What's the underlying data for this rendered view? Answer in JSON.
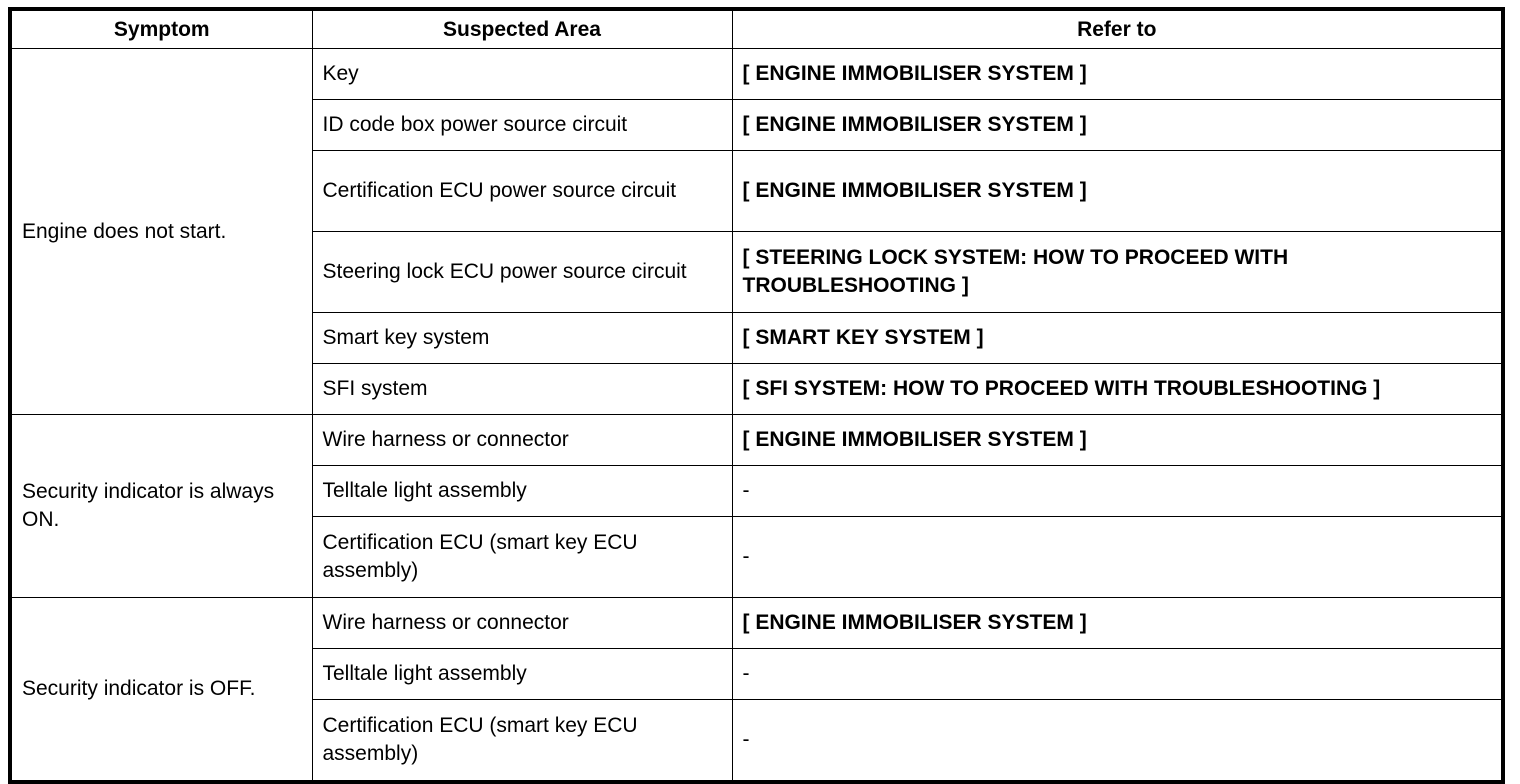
{
  "table": {
    "headers": {
      "symptom": "Symptom",
      "suspected_area": "Suspected Area",
      "refer_to": "Refer to"
    },
    "groups": [
      {
        "symptom": "Engine does not start.",
        "rows": [
          {
            "area": "Key",
            "refer": "[ ENGINE IMMOBILISER SYSTEM ]",
            "tall": false,
            "bold": true
          },
          {
            "area": "ID code box power source circuit",
            "refer": "[ ENGINE IMMOBILISER SYSTEM ]",
            "tall": false,
            "bold": true
          },
          {
            "area": "Certification ECU power source circuit",
            "refer": "[ ENGINE IMMOBILISER SYSTEM ]",
            "tall": true,
            "bold": true
          },
          {
            "area": "Steering lock ECU power source circuit",
            "refer": "[ STEERING LOCK SYSTEM: HOW TO PROCEED WITH TROUBLESHOOTING ]",
            "tall": true,
            "bold": true
          },
          {
            "area": "Smart key system",
            "refer": "[ SMART KEY SYSTEM ]",
            "tall": false,
            "bold": true
          },
          {
            "area": "SFI system",
            "refer": "[ SFI SYSTEM: HOW TO PROCEED WITH TROUBLESHOOTING ]",
            "tall": false,
            "bold": true
          }
        ]
      },
      {
        "symptom": "Security indicator is always ON.",
        "rows": [
          {
            "area": "Wire harness or connector",
            "refer": "[ ENGINE IMMOBILISER SYSTEM ]",
            "tall": false,
            "bold": true
          },
          {
            "area": "Telltale light assembly",
            "refer": "-",
            "tall": false,
            "bold": false
          },
          {
            "area": "Certification ECU (smart key ECU assembly)",
            "refer": "-",
            "tall": true,
            "bold": false
          }
        ]
      },
      {
        "symptom": "Security indicator is OFF.",
        "rows": [
          {
            "area": "Wire harness or connector",
            "refer": "[ ENGINE IMMOBILISER SYSTEM ]",
            "tall": false,
            "bold": true
          },
          {
            "area": "Telltale light assembly",
            "refer": "-",
            "tall": false,
            "bold": false
          },
          {
            "area": "Certification ECU (smart key ECU assembly)",
            "refer": "-",
            "tall": true,
            "bold": false
          }
        ]
      }
    ]
  }
}
